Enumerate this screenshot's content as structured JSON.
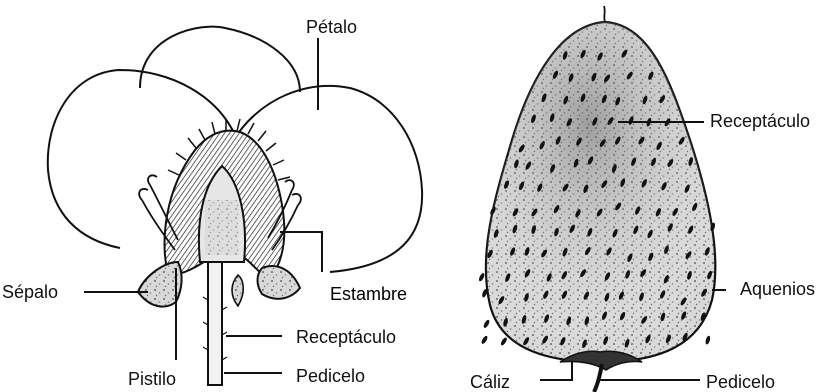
{
  "flower": {
    "labels": {
      "petal": "Pétalo",
      "sepal": "Sépalo",
      "stamen": "Estambre",
      "receptacle": "Receptáculo",
      "pistil": "Pistilo",
      "pedicel": "Pedicelo"
    }
  },
  "fruit": {
    "labels": {
      "receptacle": "Receptáculo",
      "achenes": "Aquenios",
      "calyx": "Cáliz",
      "pedicel": "Pedicelo"
    }
  }
}
